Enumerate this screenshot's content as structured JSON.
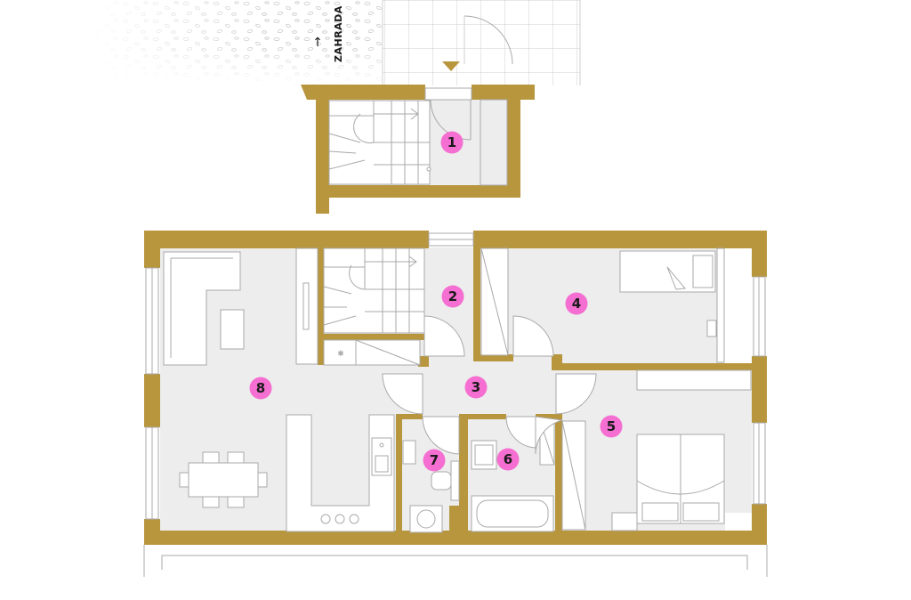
{
  "colors": {
    "wall": "#b8963e",
    "floor": "#ededed",
    "line": "#a9a9a9",
    "badge": "#f46fd1"
  },
  "garden": {
    "label": "ZAHRADA",
    "arrow": "↑"
  },
  "rooms": [
    {
      "number": "1"
    },
    {
      "number": "2"
    },
    {
      "number": "3"
    },
    {
      "number": "4"
    },
    {
      "number": "5"
    },
    {
      "number": "6"
    },
    {
      "number": "7"
    },
    {
      "number": "8"
    }
  ]
}
